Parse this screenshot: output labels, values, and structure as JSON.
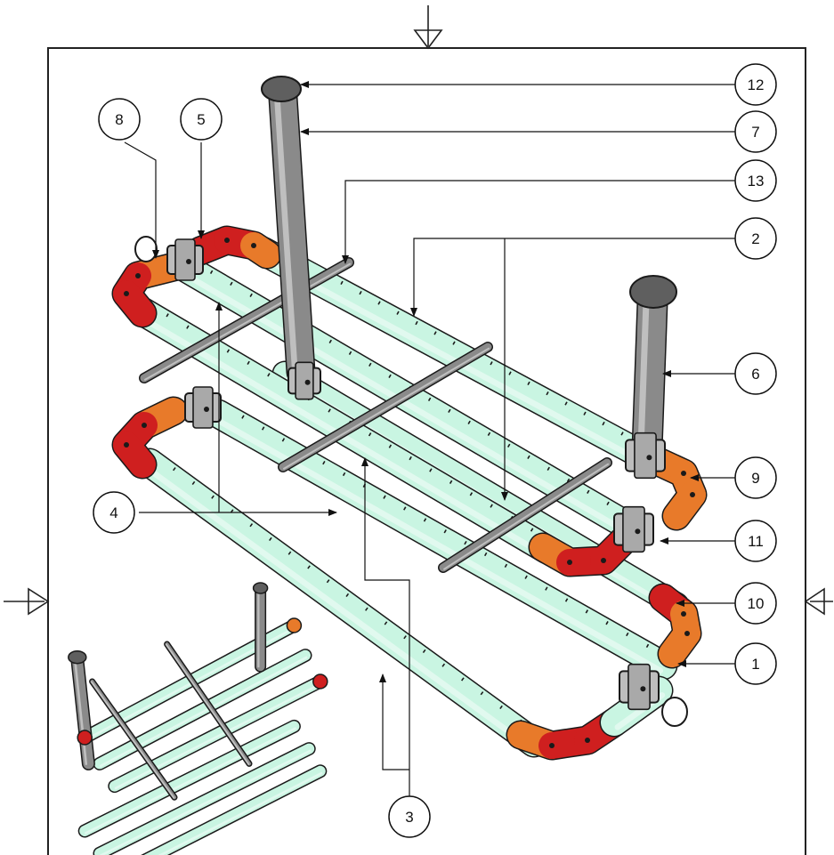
{
  "diagram": {
    "colors": {
      "pipe_fill": "#c9f5e2",
      "pipe_shade": "#8fd3b8",
      "elbow_orange": "#e87a2a",
      "elbow_red": "#cf1f1f",
      "gray_pipe": "#8a8a8a",
      "gray_dark": "#5f5f5f",
      "gray_light": "#bdbdbd",
      "outline": "#1a1a1a",
      "frame": "#222222"
    },
    "callouts": [
      {
        "id": "c12",
        "label": "12"
      },
      {
        "id": "c7",
        "label": "7"
      },
      {
        "id": "c13",
        "label": "13"
      },
      {
        "id": "c2",
        "label": "2"
      },
      {
        "id": "c6",
        "label": "6"
      },
      {
        "id": "c9",
        "label": "9"
      },
      {
        "id": "c11",
        "label": "11"
      },
      {
        "id": "c10",
        "label": "10"
      },
      {
        "id": "c1",
        "label": "1"
      },
      {
        "id": "c8",
        "label": "8"
      },
      {
        "id": "c5",
        "label": "5"
      },
      {
        "id": "c4",
        "label": "4"
      },
      {
        "id": "c3",
        "label": "3"
      }
    ]
  }
}
